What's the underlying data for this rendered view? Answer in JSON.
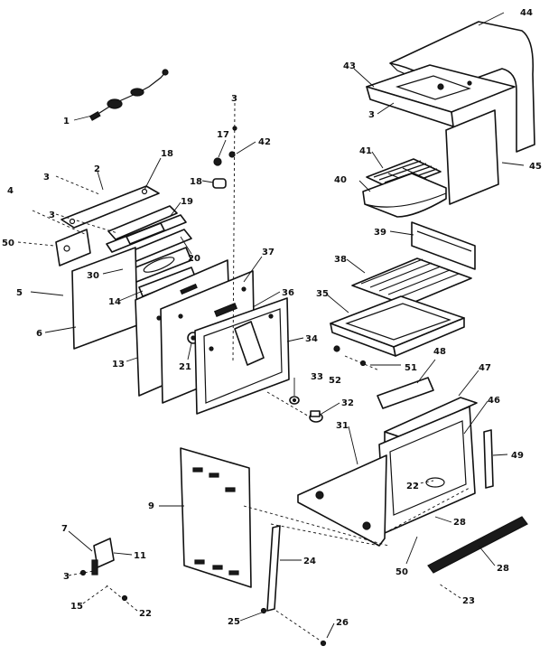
{
  "diagram": {
    "callouts": [
      {
        "id": "c1",
        "label": "1"
      },
      {
        "id": "c2",
        "label": "2"
      },
      {
        "id": "c3a",
        "label": "3"
      },
      {
        "id": "c3b",
        "label": "3"
      },
      {
        "id": "c3c",
        "label": "3"
      },
      {
        "id": "c3d",
        "label": "3"
      },
      {
        "id": "c3e",
        "label": "3"
      },
      {
        "id": "c4",
        "label": "4"
      },
      {
        "id": "c5",
        "label": "5"
      },
      {
        "id": "c6",
        "label": "6"
      },
      {
        "id": "c7",
        "label": "7"
      },
      {
        "id": "c9",
        "label": "9"
      },
      {
        "id": "c11",
        "label": "11"
      },
      {
        "id": "c13",
        "label": "13"
      },
      {
        "id": "c14",
        "label": "14"
      },
      {
        "id": "c15",
        "label": "15"
      },
      {
        "id": "c17",
        "label": "17"
      },
      {
        "id": "c18a",
        "label": "18"
      },
      {
        "id": "c18b",
        "label": "18"
      },
      {
        "id": "c19",
        "label": "19"
      },
      {
        "id": "c20",
        "label": "20"
      },
      {
        "id": "c21",
        "label": "21"
      },
      {
        "id": "c22a",
        "label": "22"
      },
      {
        "id": "c22b",
        "label": "22"
      },
      {
        "id": "c23",
        "label": "23"
      },
      {
        "id": "c24",
        "label": "24"
      },
      {
        "id": "c25",
        "label": "25"
      },
      {
        "id": "c26",
        "label": "26"
      },
      {
        "id": "c28a",
        "label": "28"
      },
      {
        "id": "c28b",
        "label": "28"
      },
      {
        "id": "c30",
        "label": "30"
      },
      {
        "id": "c31",
        "label": "31"
      },
      {
        "id": "c32",
        "label": "32"
      },
      {
        "id": "c33",
        "label": "33"
      },
      {
        "id": "c34",
        "label": "34"
      },
      {
        "id": "c35",
        "label": "35"
      },
      {
        "id": "c36",
        "label": "36"
      },
      {
        "id": "c37",
        "label": "37"
      },
      {
        "id": "c38",
        "label": "38"
      },
      {
        "id": "c39",
        "label": "39"
      },
      {
        "id": "c40",
        "label": "40"
      },
      {
        "id": "c41",
        "label": "41"
      },
      {
        "id": "c42",
        "label": "42"
      },
      {
        "id": "c43",
        "label": "43"
      },
      {
        "id": "c44",
        "label": "44"
      },
      {
        "id": "c45",
        "label": "45"
      },
      {
        "id": "c46",
        "label": "46"
      },
      {
        "id": "c47",
        "label": "47"
      },
      {
        "id": "c48",
        "label": "48"
      },
      {
        "id": "c49",
        "label": "49"
      },
      {
        "id": "c50a",
        "label": "50"
      },
      {
        "id": "c50b",
        "label": "50"
      },
      {
        "id": "c51",
        "label": "51"
      },
      {
        "id": "c52",
        "label": "52"
      }
    ]
  }
}
